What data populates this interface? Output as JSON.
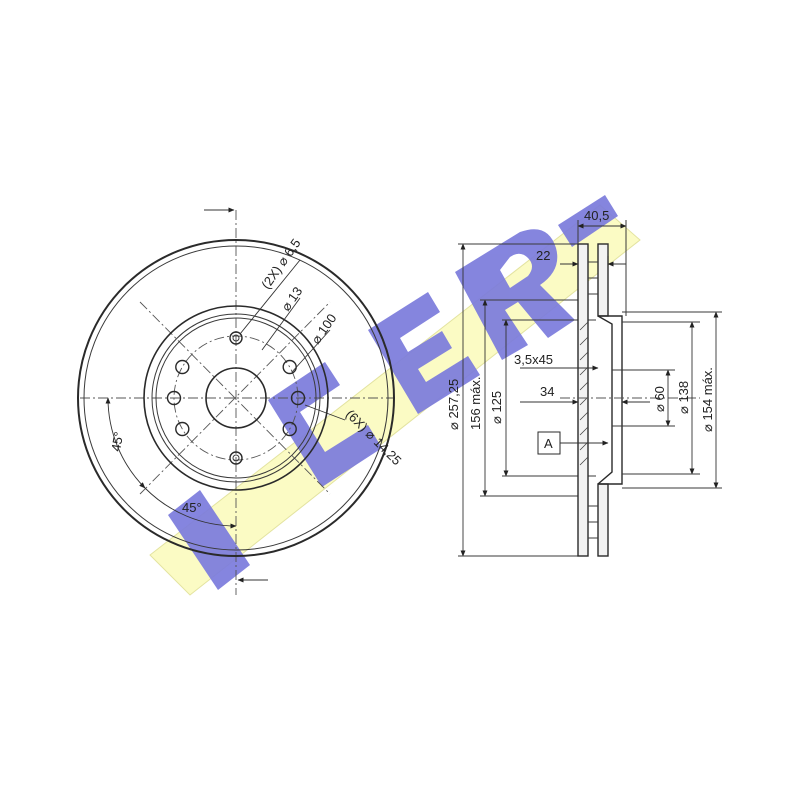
{
  "logo": {
    "text": "ICER",
    "letter_color": "#7b7bdc",
    "band_color": "#fbfbc4"
  },
  "front_view": {
    "labels": {
      "pin_holes": "(2X) ⌀ 6,5",
      "center_bore": "⌀ 13",
      "pcd": "⌀ 100",
      "bolt_holes": "(6X) ⌀ 14,25",
      "angle_left": "45°",
      "angle_bottom": "45°"
    }
  },
  "side_view": {
    "labels": {
      "overall_width": "40,5",
      "disc_thickness": "22",
      "outer_diameter": "⌀ 257,25",
      "hub_max": "156 máx.",
      "hub_diameter": "⌀ 125",
      "chamfer": "3,5x45",
      "hat_height": "34",
      "datum": "A",
      "bore": "⌀ 60",
      "inner_ring": "⌀ 138",
      "inner_max": "⌀ 154 máx."
    }
  },
  "colors": {
    "line": "#2a2a2a",
    "logo_letters": "#7b7bdc",
    "logo_band": "#fbfbc4"
  }
}
